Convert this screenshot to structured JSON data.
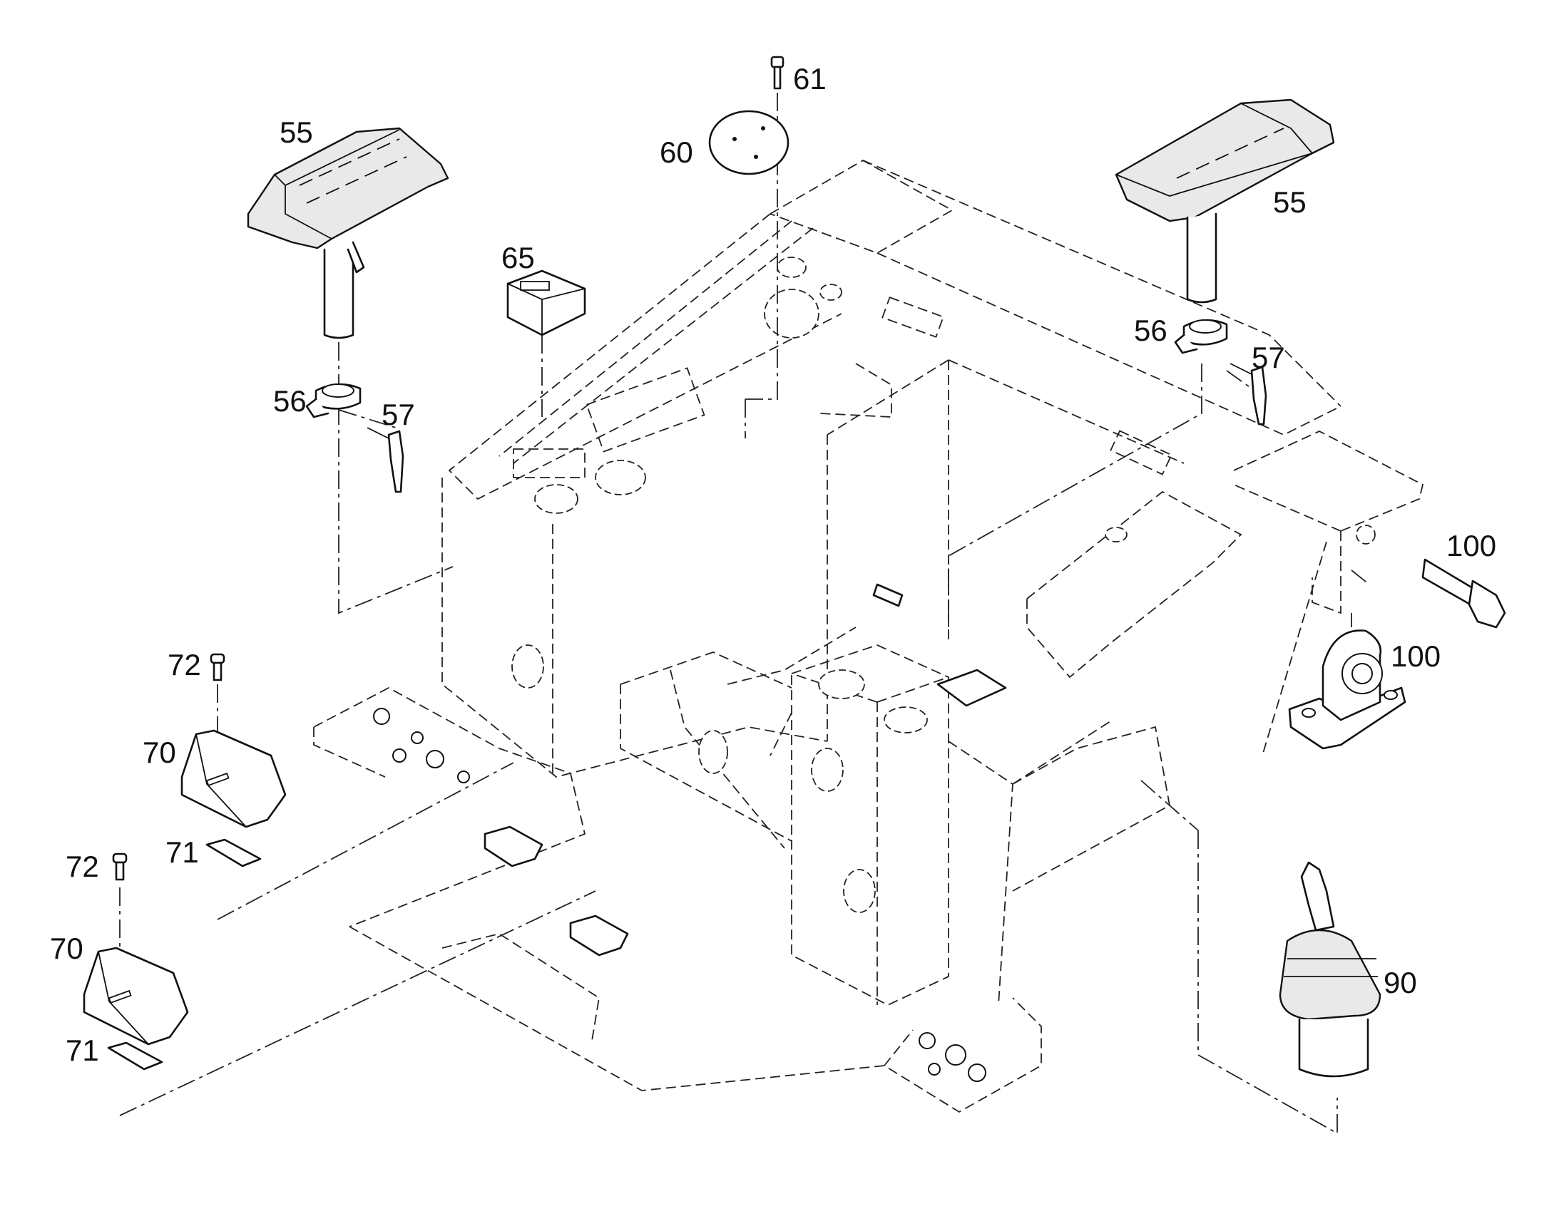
{
  "diagram": {
    "callouts": {
      "armrest_left": "55",
      "armrest_right": "55",
      "clamp_left": "56",
      "clamp_right": "56",
      "lever_left": "57",
      "lever_right": "57",
      "cover_plate": "60",
      "screw_top": "61",
      "box_65": "65",
      "bracket_upper": "70",
      "bracket_lower": "70",
      "shim_upper": "71",
      "shim_lower": "71",
      "bolt_72_upper": "72",
      "bolt_72_lower": "72",
      "joystick": "90",
      "bolt_100": "100",
      "bearing_100": "100"
    }
  }
}
